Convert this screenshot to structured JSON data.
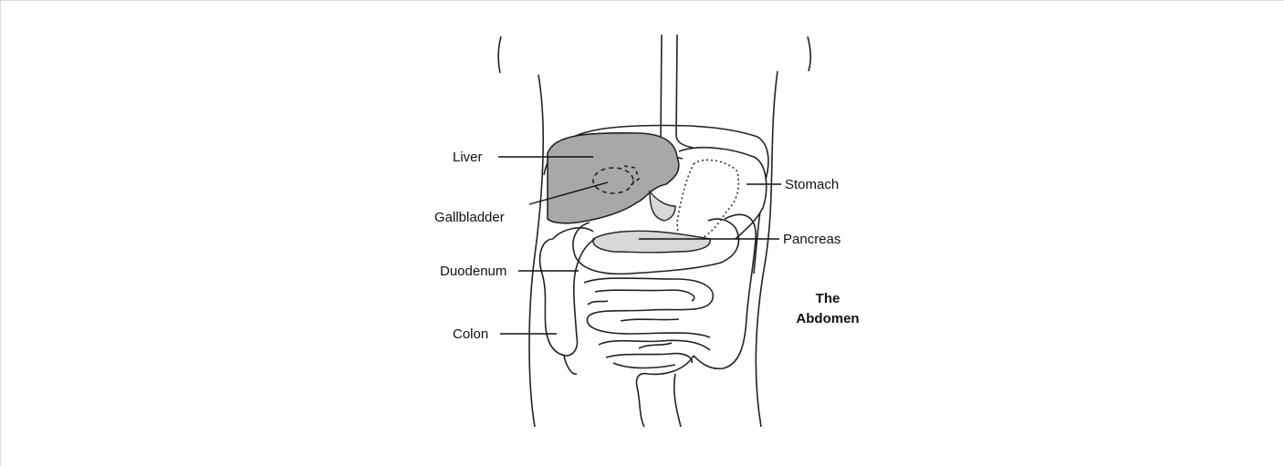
{
  "labels": {
    "liver": "Liver",
    "gallbladder": "Gallbladder",
    "duodenum": "Duodenum",
    "colon": "Colon",
    "stomach": "Stomach",
    "pancreas": "Pancreas"
  },
  "title": {
    "line1": "The",
    "line2": "Abdomen"
  },
  "colors": {
    "liver_fill": "#a8a8a8",
    "pancreas_fill": "#d8d8d8",
    "line": "#111111"
  }
}
